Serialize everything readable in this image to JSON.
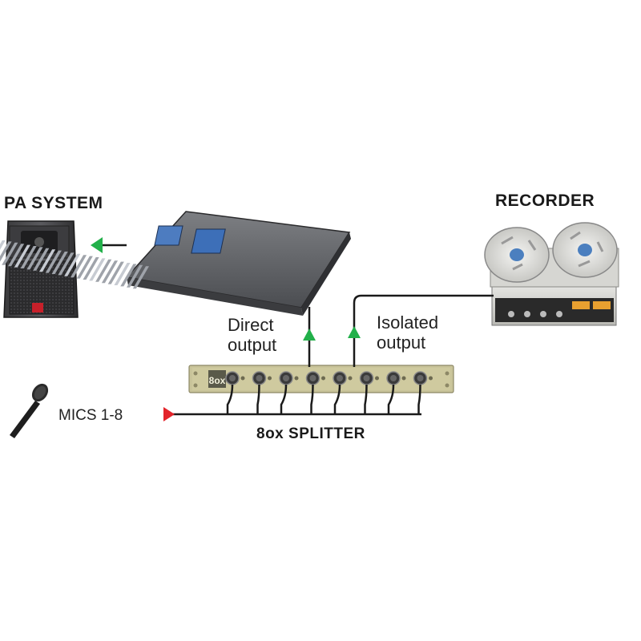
{
  "labels": {
    "pa_system": "PA SYSTEM",
    "recorder": "RECORDER",
    "direct_output": [
      "Direct",
      "output"
    ],
    "isolated_output": [
      "Isolated",
      "output"
    ],
    "mics": "MICS 1-8",
    "splitter": "8ox SPLITTER"
  },
  "splitter_device": {
    "badge": "8ox",
    "channels": 8
  },
  "colors": {
    "line": "#1a1a1a",
    "arrow_output": "#22b04a",
    "arrow_input": "#e3242b",
    "splitter_panel": "#c9c49a"
  }
}
